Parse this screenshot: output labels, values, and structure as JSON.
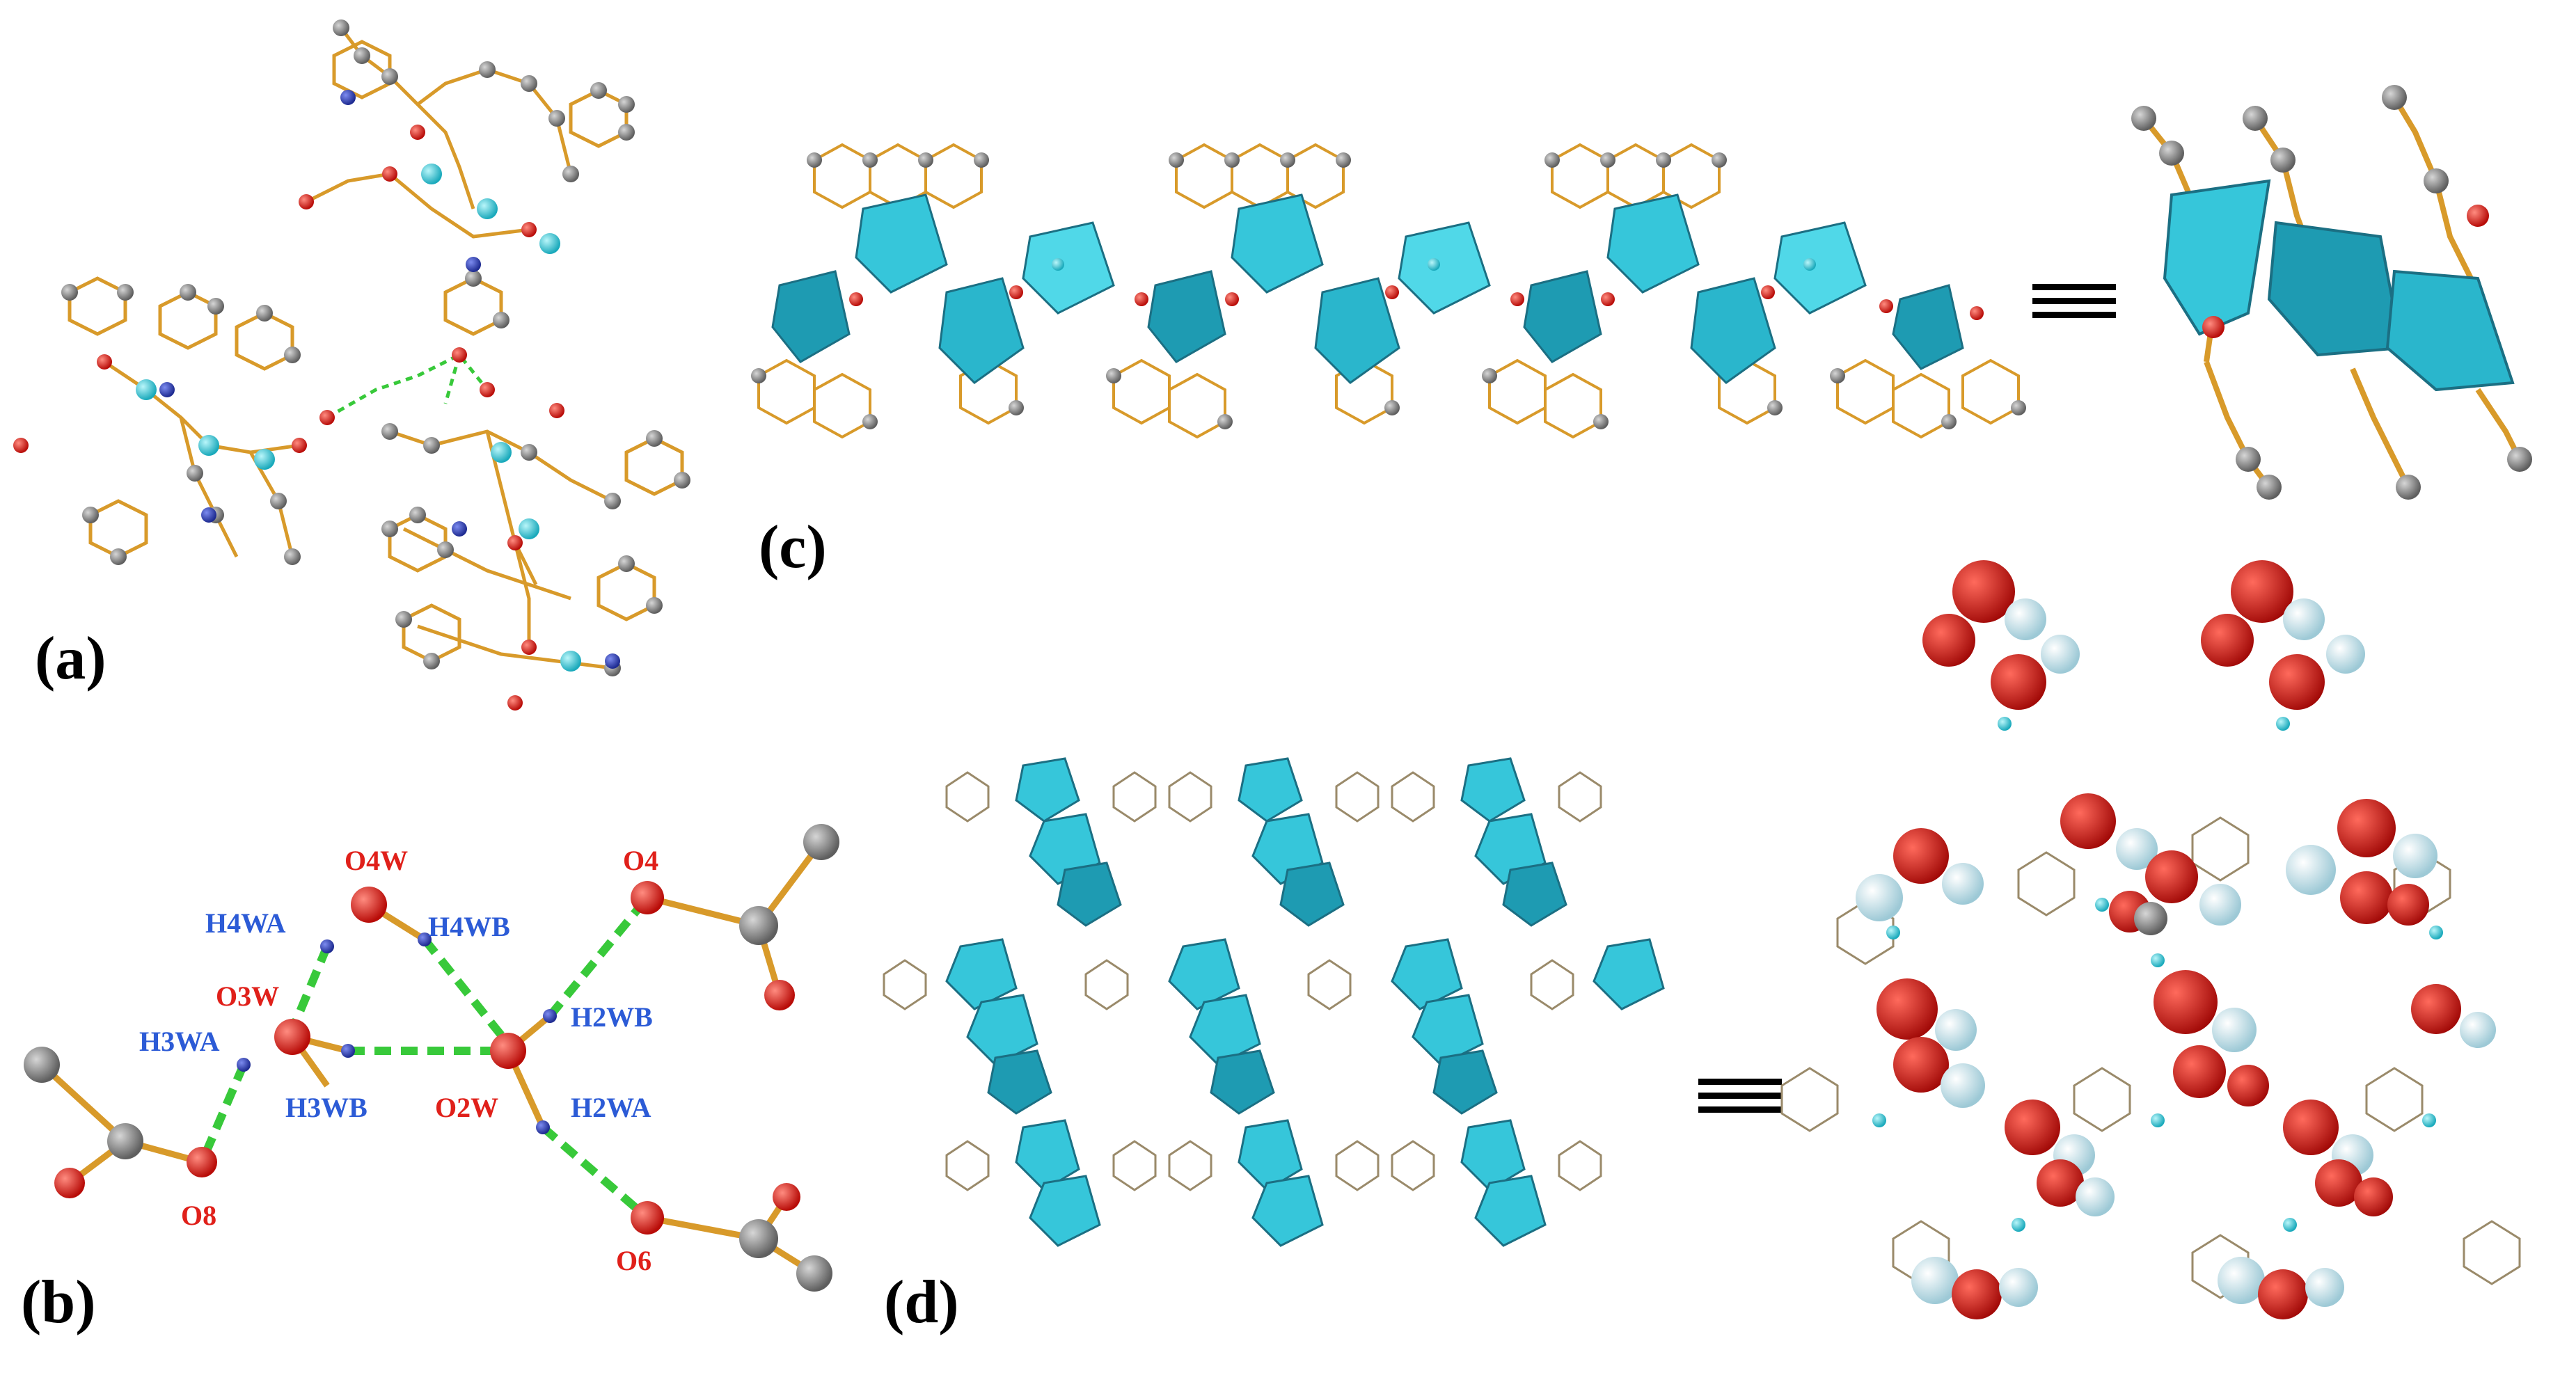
{
  "panels": {
    "a": {
      "label": "(a)"
    },
    "b": {
      "label": "(b)",
      "atoms": {
        "O4W": "O4W",
        "H4WA": "H4WA",
        "H4WB": "H4WB",
        "O3W": "O3W",
        "H3WA": "H3WA",
        "H3WB": "H3WB",
        "O2W": "O2W",
        "H2WB": "H2WB",
        "H2WA": "H2WA",
        "O4": "O4",
        "O6": "O6",
        "O8": "O8"
      }
    },
    "c": {
      "label": "(c)",
      "equiv_symbol": "≡"
    },
    "d": {
      "label": "(d)",
      "equiv_symbol": "≡"
    }
  },
  "colors": {
    "oxygen": "#e0201a",
    "carbon": "#7a7a7a",
    "nitrogen": "#2b3fb8",
    "metal": "#3fd5e0",
    "hydrogen": "#cfe9f2",
    "bond": "#d89a2a",
    "hbond": "#38c93a",
    "polyhedron": "#36c6da",
    "polyhedron_dark": "#1b8fa6"
  }
}
